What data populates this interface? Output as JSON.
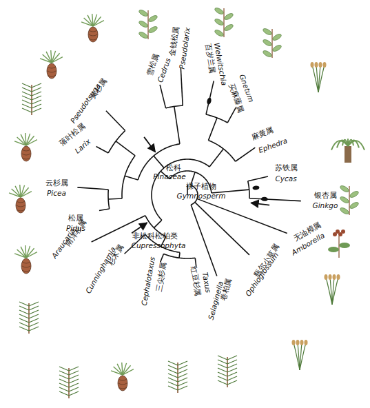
{
  "diagram": {
    "labels": [
      "金钱松属",
      "Pseudolarix",
      "雪松属",
      "Cedrus",
      "黄杉属",
      "Pseudotsuga",
      "落叶松属",
      "Larix",
      "松科",
      "Pinaceae",
      "云杉属",
      "Picea",
      "松属",
      "Pinus",
      "南洋杉属",
      "Araucaria",
      "杉木属",
      "Cunninghamia",
      "非松科松柏类",
      "Cupressophyta",
      "三尖杉属",
      "Cephalotaxus",
      "红豆杉属",
      "Taxus",
      "卷柏属",
      "Selaginella",
      "瓶尔小草属",
      "Ophioglossum",
      "无油樟属",
      "Amborella",
      "银杏属",
      "Ginkgo",
      "苏铁属",
      "Cycas",
      "麻黄属",
      "Ephedra",
      "买麻藤属",
      "Gnetum",
      "百岁兰属",
      "Welwitschia",
      "裸子植物",
      "Gymnosperm"
    ]
  }
}
